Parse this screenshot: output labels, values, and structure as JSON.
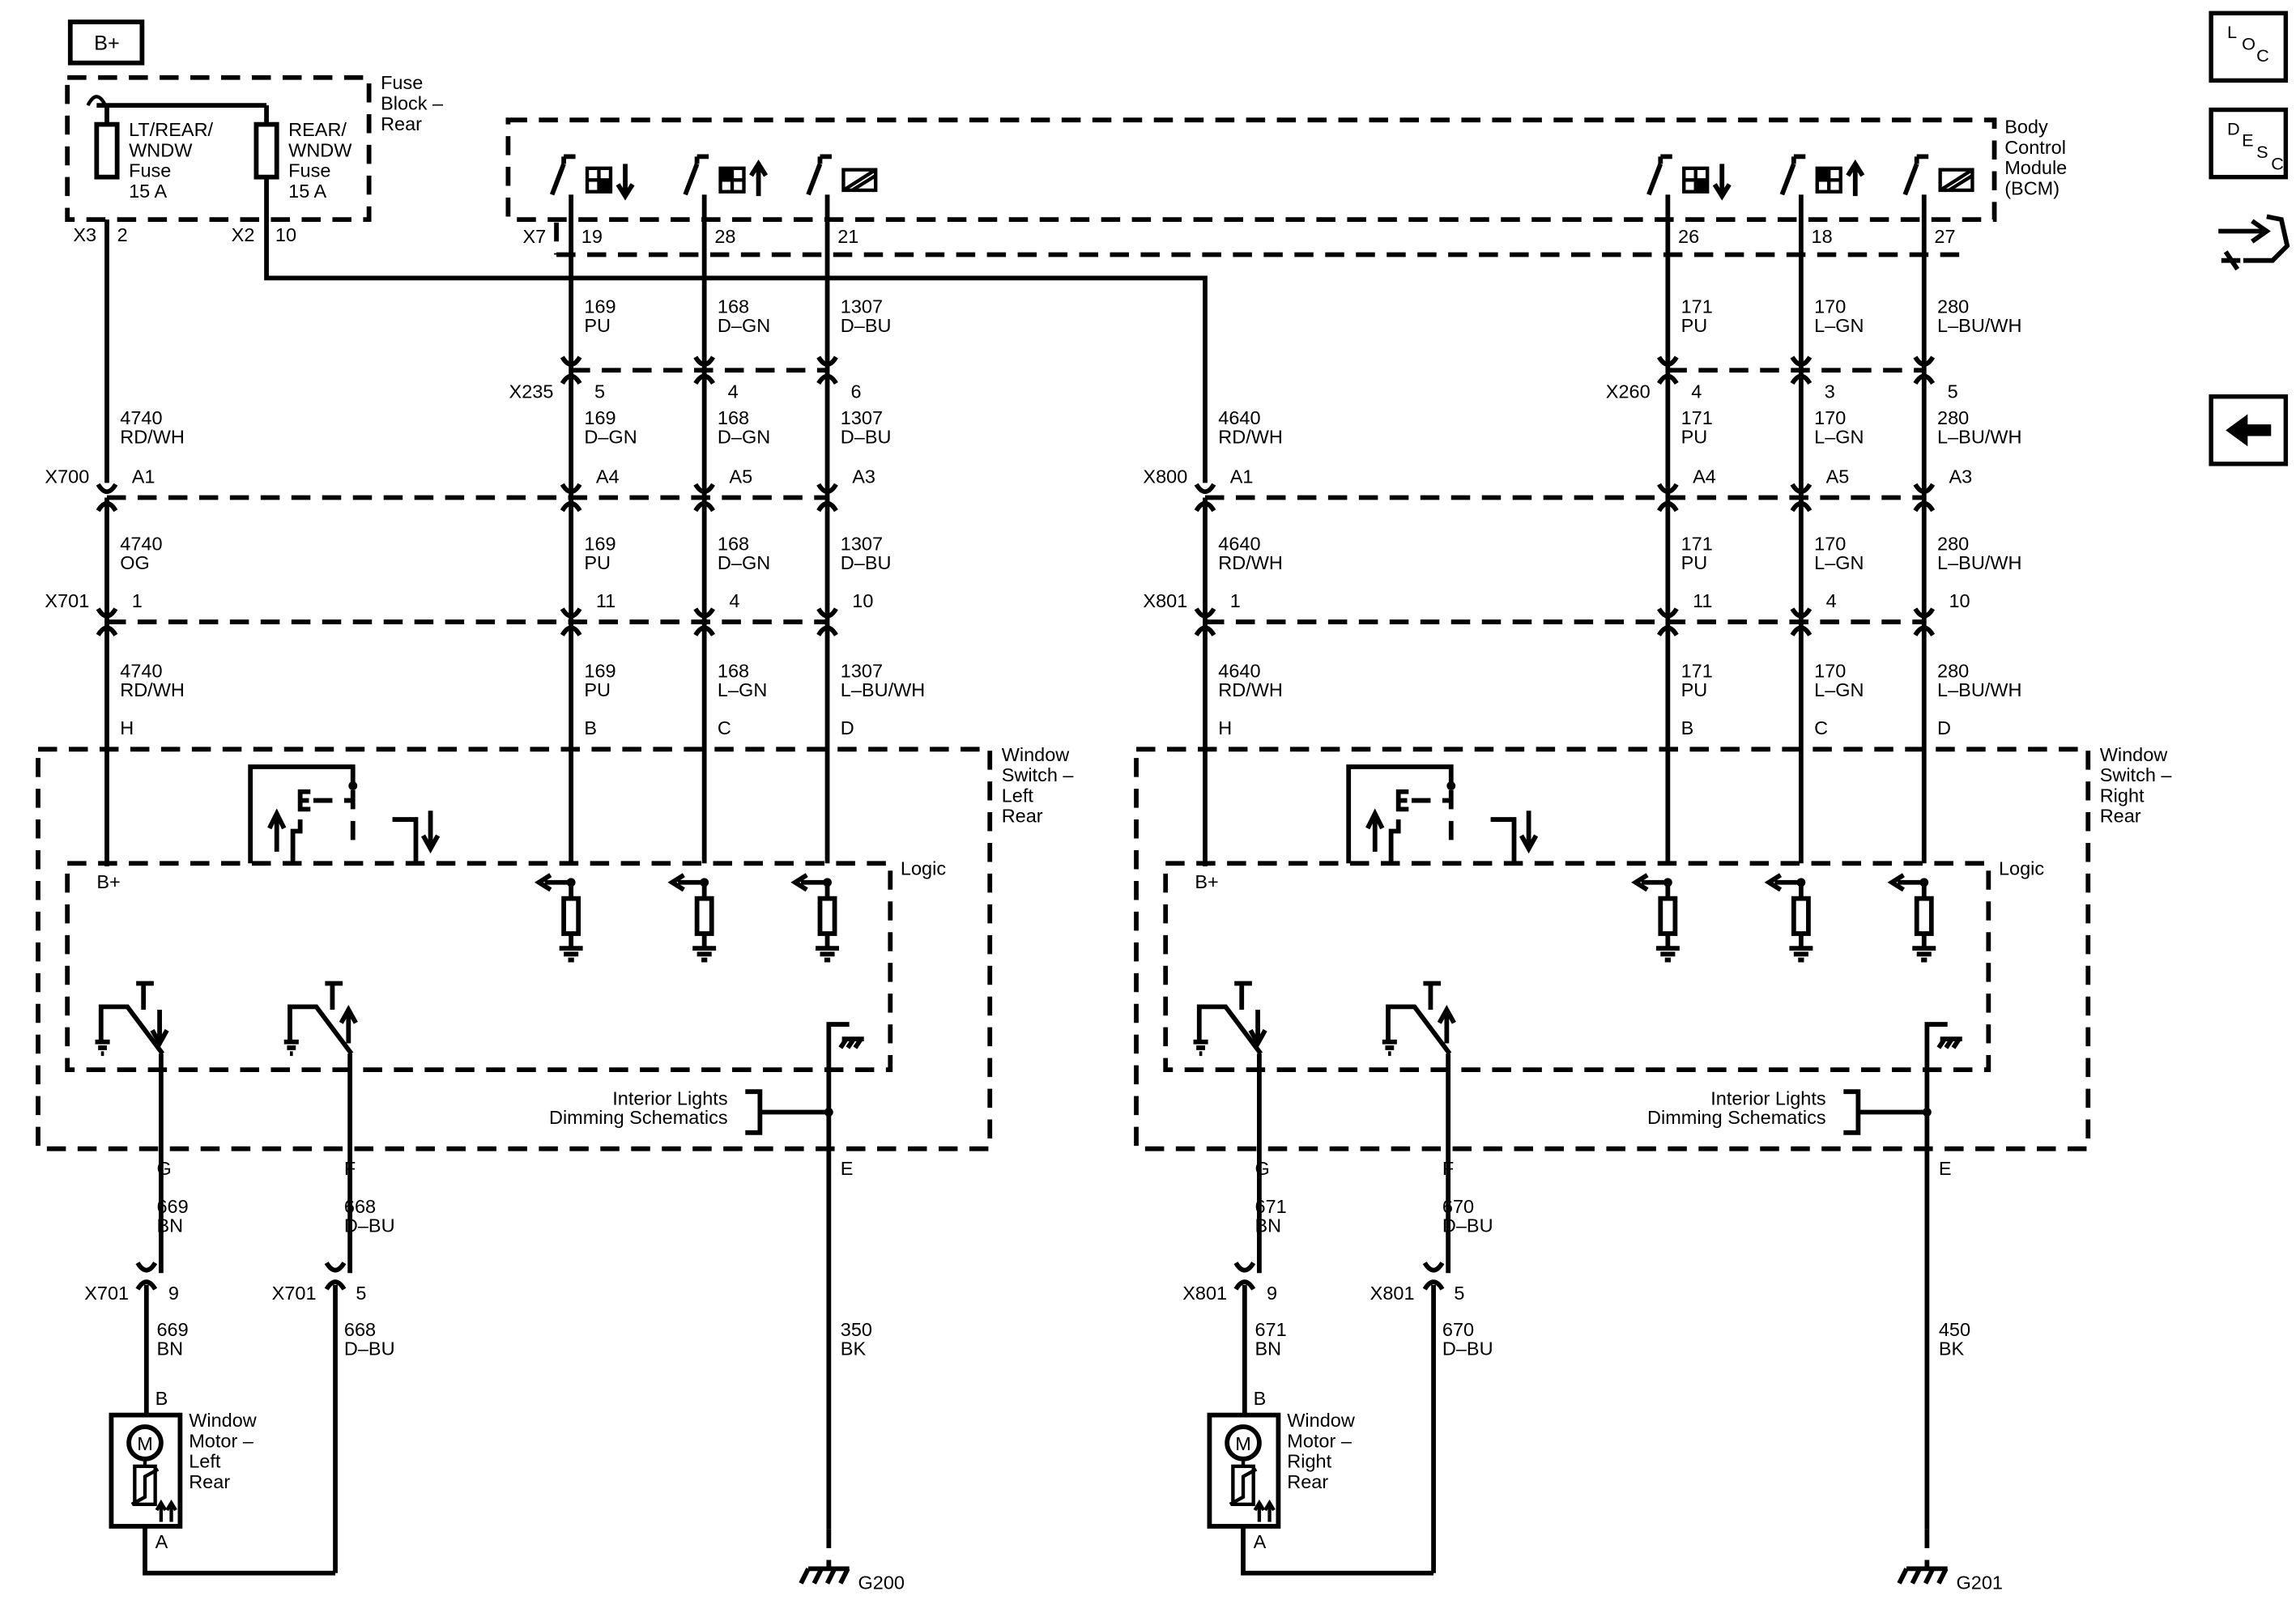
{
  "battery_label": "B+",
  "nav": {
    "loc": [
      "L",
      "O",
      "C"
    ],
    "desc": [
      "D",
      "E",
      "S",
      "C"
    ]
  },
  "fuse_block": {
    "title": [
      "Fuse",
      "Block –",
      "Rear"
    ],
    "fuse1": [
      "LT/REAR/",
      "WNDW",
      "Fuse",
      "15 A"
    ],
    "fuse2": [
      "REAR/",
      "WNDW",
      "Fuse",
      "15 A"
    ],
    "x3": "X3",
    "x3_pin": "2",
    "x2": "X2",
    "x2_pin": "10"
  },
  "bcm": {
    "title": [
      "Body",
      "Control",
      "Module",
      "(BCM)"
    ],
    "x7": "X7",
    "pins_left": [
      "19",
      "28",
      "21"
    ],
    "pins_right": [
      "26",
      "18",
      "27"
    ]
  },
  "left": {
    "bcm_wires": [
      [
        "169",
        "PU"
      ],
      [
        "168",
        "D–GN"
      ],
      [
        "1307",
        "D–BU"
      ]
    ],
    "x235": {
      "name": "X235",
      "pins": [
        "5",
        "4",
        "6"
      ]
    },
    "x235_wires": [
      [
        "169",
        "D–GN"
      ],
      [
        "168",
        "D–GN"
      ],
      [
        "1307",
        "D–BU"
      ]
    ],
    "power_wire_1": [
      "4740",
      "RD/WH"
    ],
    "x700": {
      "name": "X700",
      "pins": [
        "A1",
        "A4",
        "A5",
        "A3"
      ]
    },
    "row_x700_wires": [
      [
        "4740",
        "OG"
      ],
      [
        "169",
        "PU"
      ],
      [
        "168",
        "D–GN"
      ],
      [
        "1307",
        "D–BU"
      ]
    ],
    "x701": {
      "name": "X701",
      "pins": [
        "1",
        "11",
        "4",
        "10"
      ]
    },
    "row_x701_wires": [
      [
        "4740",
        "RD/WH"
      ],
      [
        "169",
        "PU"
      ],
      [
        "168",
        "L–GN"
      ],
      [
        "1307",
        "L–BU/WH"
      ]
    ],
    "switch_pins": [
      "H",
      "B",
      "C",
      "D"
    ],
    "switch_title": [
      "Window",
      "Switch –",
      "Left",
      "Rear"
    ],
    "logic": "Logic",
    "bplus": "B+",
    "dimming": [
      "Interior Lights",
      "Dimming Schematics"
    ],
    "bottom_pins": [
      "G",
      "F",
      "E"
    ],
    "motor_wires_top": [
      [
        "669",
        "BN"
      ],
      [
        "668",
        "D–BU"
      ]
    ],
    "ground_wire": [
      "350",
      "BK"
    ],
    "x701b": [
      {
        "name": "X701",
        "pin": "9"
      },
      {
        "name": "X701",
        "pin": "5"
      }
    ],
    "motor_wires_bottom": [
      [
        "669",
        "BN"
      ],
      [
        "668",
        "D–BU"
      ]
    ],
    "motor_pins": [
      "B",
      "A"
    ],
    "motor_title": [
      "Window",
      "Motor –",
      "Left",
      "Rear"
    ],
    "motor_symbol": "M",
    "ground": "G200"
  },
  "right": {
    "power_wire_1": [
      "4640",
      "RD/WH"
    ],
    "bcm_wires": [
      [
        "171",
        "PU"
      ],
      [
        "170",
        "L–GN"
      ],
      [
        "280",
        "L–BU/WH"
      ]
    ],
    "x260": {
      "name": "X260",
      "pins": [
        "4",
        "3",
        "5"
      ]
    },
    "x260_wires": [
      [
        "171",
        "PU"
      ],
      [
        "170",
        "L–GN"
      ],
      [
        "280",
        "L–BU/WH"
      ]
    ],
    "x800": {
      "name": "X800",
      "pins": [
        "A1",
        "A4",
        "A5",
        "A3"
      ]
    },
    "row_x800_wires": [
      [
        "4640",
        "RD/WH"
      ],
      [
        "171",
        "PU"
      ],
      [
        "170",
        "L–GN"
      ],
      [
        "280",
        "L–BU/WH"
      ]
    ],
    "x801": {
      "name": "X801",
      "pins": [
        "1",
        "11",
        "4",
        "10"
      ]
    },
    "row_x801_wires": [
      [
        "4640",
        "RD/WH"
      ],
      [
        "171",
        "PU"
      ],
      [
        "170",
        "L–GN"
      ],
      [
        "280",
        "L–BU/WH"
      ]
    ],
    "switch_pins": [
      "H",
      "B",
      "C",
      "D"
    ],
    "switch_title": [
      "Window",
      "Switch –",
      "Right",
      "Rear"
    ],
    "logic": "Logic",
    "bplus": "B+",
    "dimming": [
      "Interior Lights",
      "Dimming Schematics"
    ],
    "bottom_pins": [
      "G",
      "F",
      "E"
    ],
    "motor_wires_top": [
      [
        "671",
        "BN"
      ],
      [
        "670",
        "D–BU"
      ]
    ],
    "ground_wire": [
      "450",
      "BK"
    ],
    "x801b": [
      {
        "name": "X801",
        "pin": "9"
      },
      {
        "name": "X801",
        "pin": "5"
      }
    ],
    "motor_wires_bottom": [
      [
        "671",
        "BN"
      ],
      [
        "670",
        "D–BU"
      ]
    ],
    "motor_pins": [
      "B",
      "A"
    ],
    "motor_title": [
      "Window",
      "Motor –",
      "Right",
      "Rear"
    ],
    "motor_symbol": "M",
    "ground": "G201"
  }
}
